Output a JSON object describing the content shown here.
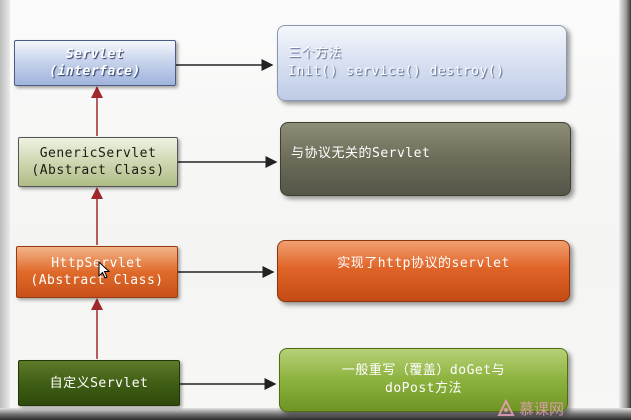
{
  "hierarchy": {
    "servlet": {
      "line1": "Servlet",
      "line2": "(interface)"
    },
    "generic_servlet": {
      "line1": "GenericServlet",
      "line2": "(Abstract  Class)"
    },
    "http_servlet": {
      "line1": "HttpServlet",
      "line2": "(Abstract  Class)"
    },
    "custom_servlet": {
      "line1": "自定义Servlet"
    }
  },
  "descriptions": {
    "servlet": {
      "line1": "三个方法",
      "line2": "Init() service() destroy()"
    },
    "generic_servlet": {
      "line1": "与协议无关的Servlet"
    },
    "http_servlet": {
      "line1": "实现了http协议的servlet"
    },
    "custom_servlet": {
      "line1": "一般重写（覆盖）doGet与",
      "line2": "doPost方法"
    }
  },
  "watermark": {
    "text": "慕课网",
    "color": "#e8a0b8"
  },
  "colors": {
    "interface": "#9fb3dc",
    "generic": "#c8d2a8",
    "http": "#e06a2a",
    "custom": "#3e5c14",
    "desc_generic": "#6c6c58",
    "desc_custom": "#8cb23e",
    "arrow_vertical": "#a0282c",
    "arrow_horizontal": "#222222"
  }
}
